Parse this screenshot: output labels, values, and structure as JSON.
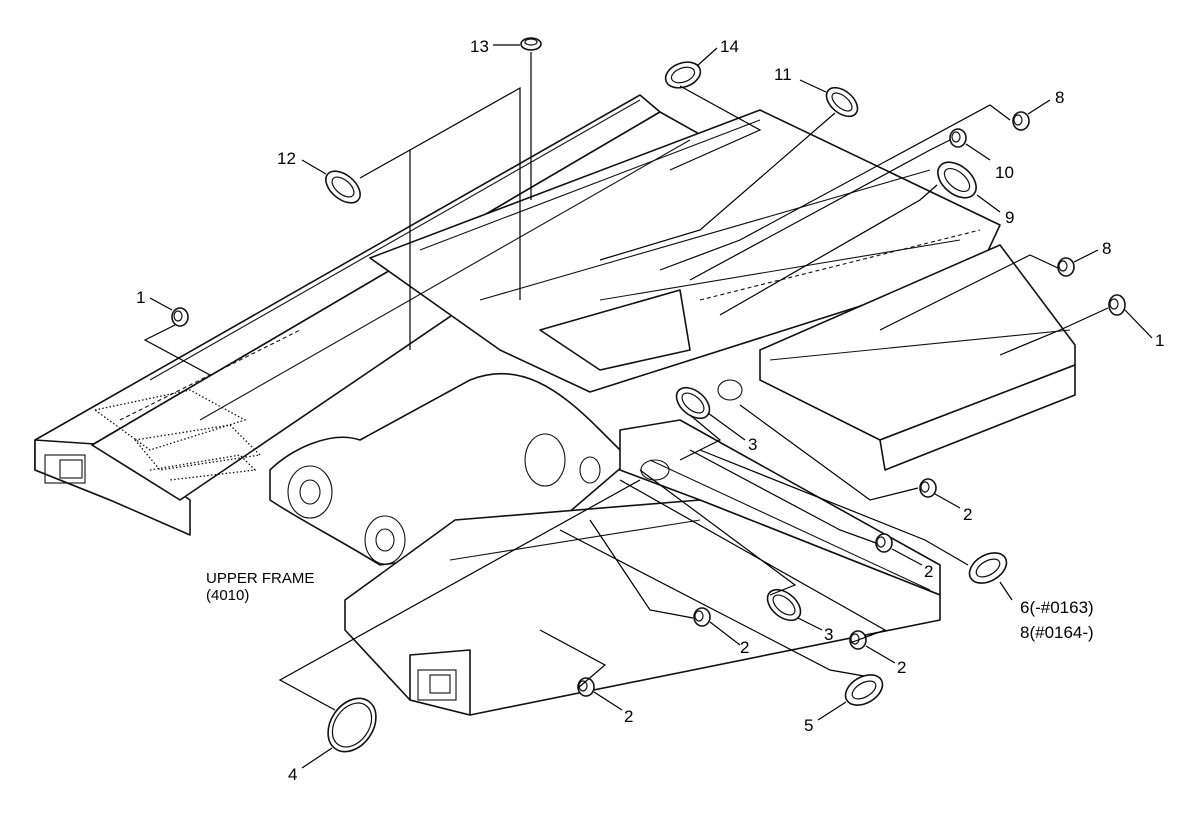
{
  "diagram": {
    "frame_label": [
      "UPPER FRAME",
      "(4010)"
    ],
    "callouts": [
      {
        "id": "c13",
        "text": "13"
      },
      {
        "id": "c14",
        "text": "14"
      },
      {
        "id": "c11",
        "text": "11"
      },
      {
        "id": "c8a",
        "text": "8"
      },
      {
        "id": "c10",
        "text": "10"
      },
      {
        "id": "c9",
        "text": "9"
      },
      {
        "id": "c8b",
        "text": "8"
      },
      {
        "id": "c12",
        "text": "12"
      },
      {
        "id": "c1a",
        "text": "1"
      },
      {
        "id": "c1b",
        "text": "1"
      },
      {
        "id": "c3a",
        "text": "3"
      },
      {
        "id": "c2a",
        "text": "2"
      },
      {
        "id": "c2b",
        "text": "2"
      },
      {
        "id": "c6",
        "text": "6(-#0163)"
      },
      {
        "id": "c6b",
        "text": "8(#0164-)"
      },
      {
        "id": "c2c",
        "text": "2"
      },
      {
        "id": "c3b",
        "text": "3"
      },
      {
        "id": "c2d",
        "text": "2"
      },
      {
        "id": "c2e",
        "text": "2"
      },
      {
        "id": "c5",
        "text": "5"
      },
      {
        "id": "c4",
        "text": "4"
      }
    ]
  }
}
